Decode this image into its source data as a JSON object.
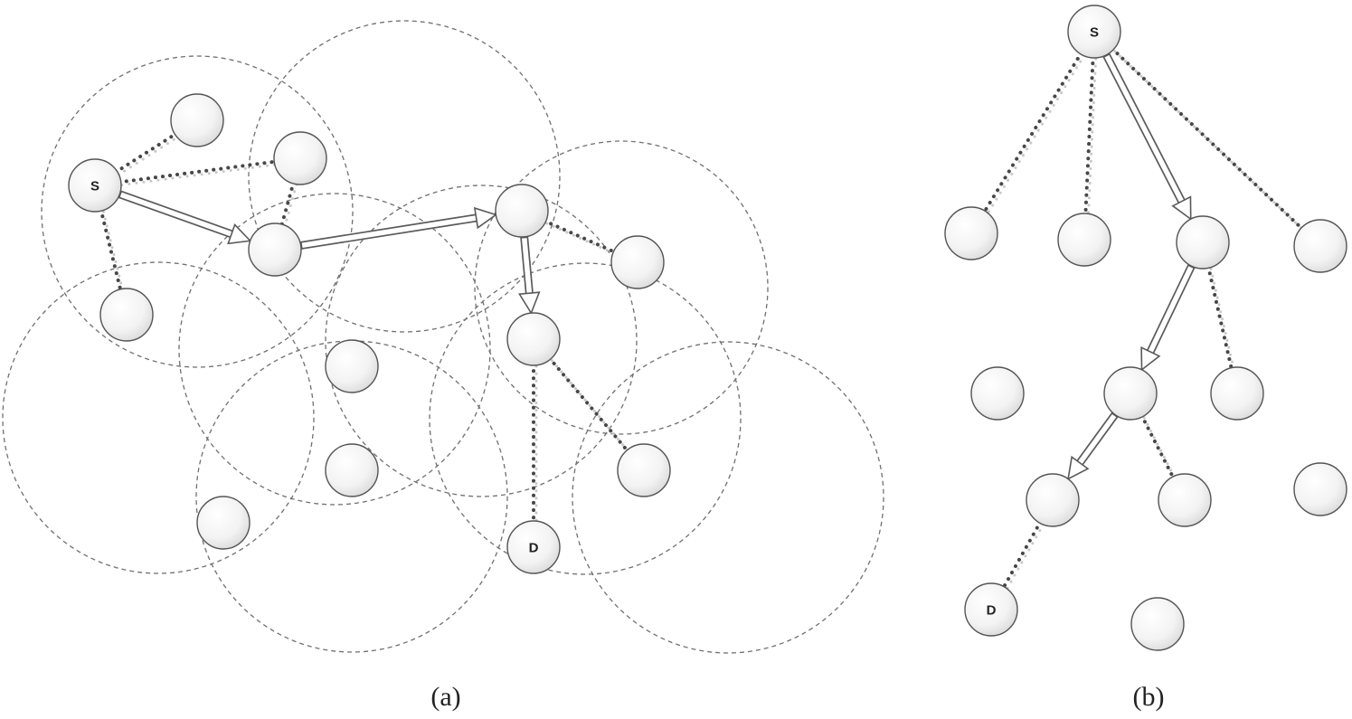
{
  "panels": [
    {
      "id": "a",
      "caption": "(a)",
      "nodes": [
        {
          "id": "S",
          "label": "S"
        },
        {
          "id": "a1",
          "label": ""
        },
        {
          "id": "a2",
          "label": ""
        },
        {
          "id": "a3",
          "label": ""
        },
        {
          "id": "a4",
          "label": ""
        },
        {
          "id": "a5",
          "label": ""
        },
        {
          "id": "a6",
          "label": ""
        },
        {
          "id": "a7",
          "label": ""
        },
        {
          "id": "a8",
          "label": ""
        },
        {
          "id": "a9",
          "label": ""
        },
        {
          "id": "a10",
          "label": ""
        },
        {
          "id": "a11",
          "label": ""
        },
        {
          "id": "D",
          "label": "D"
        }
      ],
      "dotted_links": [
        [
          "S",
          "a1"
        ],
        [
          "S",
          "a2"
        ],
        [
          "S",
          "a4"
        ],
        [
          "a2",
          "a3"
        ],
        [
          "a5",
          "a6"
        ],
        [
          "a7",
          "a9"
        ],
        [
          "a7",
          "D"
        ]
      ],
      "route": [
        "S",
        "a3",
        "a5",
        "a7"
      ]
    },
    {
      "id": "b",
      "caption": "(b)",
      "nodes": [
        {
          "id": "S",
          "label": "S"
        },
        {
          "id": "b1",
          "label": ""
        },
        {
          "id": "b2",
          "label": ""
        },
        {
          "id": "b3",
          "label": ""
        },
        {
          "id": "b4",
          "label": ""
        },
        {
          "id": "b5",
          "label": ""
        },
        {
          "id": "b6",
          "label": ""
        },
        {
          "id": "b7",
          "label": ""
        },
        {
          "id": "b8",
          "label": ""
        },
        {
          "id": "b9",
          "label": ""
        },
        {
          "id": "b10",
          "label": ""
        },
        {
          "id": "D",
          "label": "D"
        },
        {
          "id": "b12",
          "label": ""
        }
      ],
      "dotted_links": [
        [
          "S",
          "b1"
        ],
        [
          "S",
          "b2"
        ],
        [
          "S",
          "b4"
        ],
        [
          "b3",
          "b7"
        ],
        [
          "b6",
          "b9"
        ],
        [
          "b8",
          "D"
        ]
      ],
      "route": [
        "S",
        "b3",
        "b6",
        "b8"
      ]
    }
  ]
}
